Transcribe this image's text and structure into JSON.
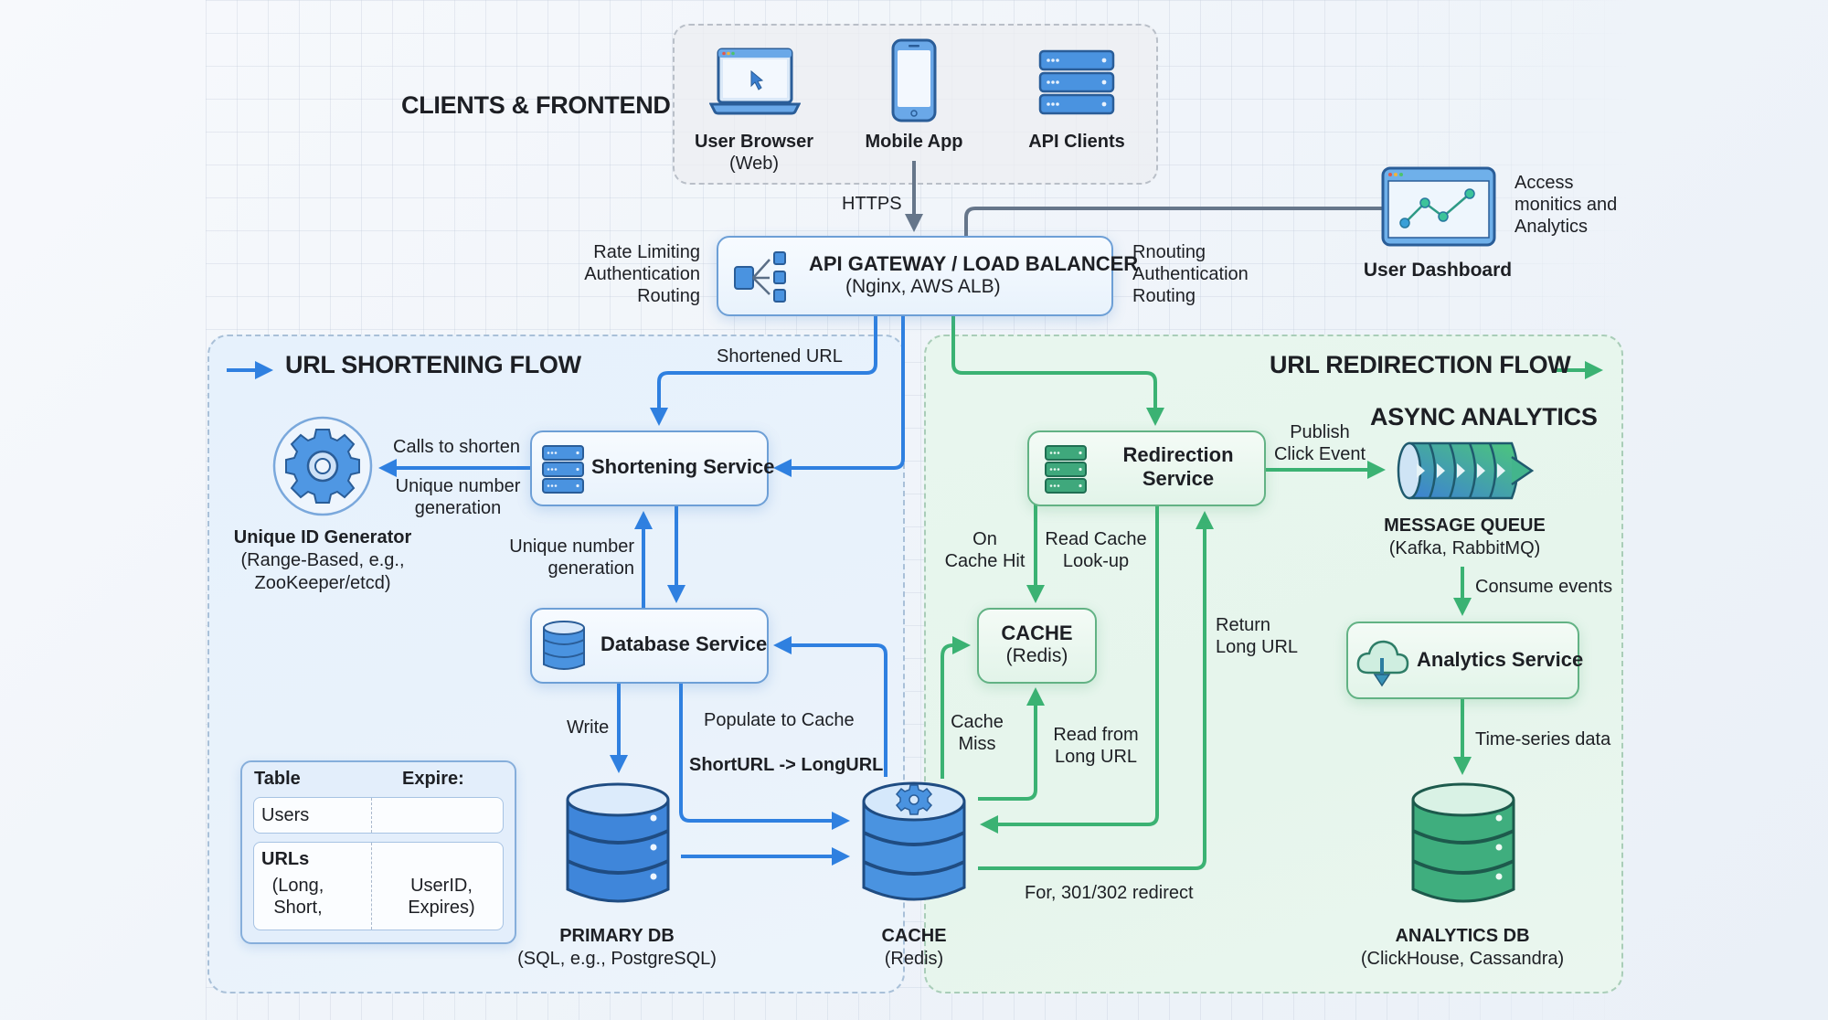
{
  "title": "URL Shortener System Design",
  "clients": {
    "heading": "CLIENTS & FRONTEND",
    "items": [
      {
        "icon": "laptop-browser-icon",
        "label": "User Browser",
        "sublabel": "(Web)"
      },
      {
        "icon": "mobile-phone-icon",
        "label": "Mobile App"
      },
      {
        "icon": "server-stack-icon",
        "label": "API Clients"
      }
    ],
    "https_label": "HTTPS"
  },
  "gateway": {
    "title": "API GATEWAY / LOAD BALANCER",
    "subtitle": "(Nginx, AWS ALB)",
    "left_notes": [
      "Rate Limiting",
      "Authentication",
      "Routing"
    ],
    "right_notes": [
      "Rnouting",
      "Authentication",
      "Routing"
    ]
  },
  "dashboard": {
    "label": "User Dashboard",
    "notes": [
      "Access",
      "monitics and",
      "Analytics"
    ]
  },
  "shortening_flow": {
    "heading": "URL SHORTENING FLOW",
    "shortened_url_label": "Shortened URL",
    "shortening_service": "Shortening Service",
    "calls_to_shorten": "Calls to shorten",
    "unique_number_gen": [
      "Unique number",
      "generation"
    ],
    "id_generator": {
      "title": "Unique ID Generator",
      "lines": [
        "(Range-Based, e.g.,",
        "ZooKeeper/etcd)"
      ]
    },
    "unique_number_gen_2": [
      "Unique number",
      "generation"
    ],
    "database_service": "Database Service",
    "write_label": "Write",
    "populate_label": "Populate to Cache",
    "mapping_label": "ShortURL -> LongURL",
    "primary_db": {
      "title": "PRIMARY DB",
      "subtitle": "(SQL, e.g., PostgreSQL)"
    },
    "cache": {
      "title": "CACHE",
      "subtitle": "(Redis)"
    },
    "table": {
      "header_left": "Table",
      "header_right": "Expire:",
      "rows": [
        {
          "name": "Users",
          "left": [],
          "right": []
        },
        {
          "name": "URLs",
          "left": [
            "(Long,",
            "Short,"
          ],
          "right": [
            "UserID,",
            "Expires)"
          ]
        }
      ]
    }
  },
  "redirection_flow": {
    "heading": "URL REDIRECTION FLOW",
    "redirection_service": [
      "Redirection",
      "Service"
    ],
    "on_cache_hit": [
      "On",
      "Cache Hit"
    ],
    "read_cache_lookup": [
      "Read Cache",
      "Look-up"
    ],
    "cache_box": {
      "title": "CACHE",
      "subtitle": "(Redis)"
    },
    "cache_miss": [
      "Cache",
      "Miss"
    ],
    "read_from_long_url": [
      "Read from",
      "Long URL"
    ],
    "return_long_url": [
      "Return",
      "Long URL"
    ],
    "redirect_label": "For, 301/302 redirect",
    "publish_click": [
      "Publish",
      "Click Event"
    ]
  },
  "async_analytics": {
    "heading": "ASYNC ANALYTICS",
    "queue": {
      "title": "MESSAGE QUEUE",
      "subtitle": "(Kafka, RabbitMQ)"
    },
    "consume_label": "Consume events",
    "analytics_service": "Analytics Service",
    "timeseries_label": "Time-series data",
    "analytics_db": {
      "title": "ANALYTICS DB",
      "subtitle": "(ClickHouse, Cassandra)"
    }
  },
  "colors": {
    "blue": "#2f80e0",
    "green": "#3bb273",
    "gray_connector": "#66768a",
    "text": "#1d1f24"
  }
}
